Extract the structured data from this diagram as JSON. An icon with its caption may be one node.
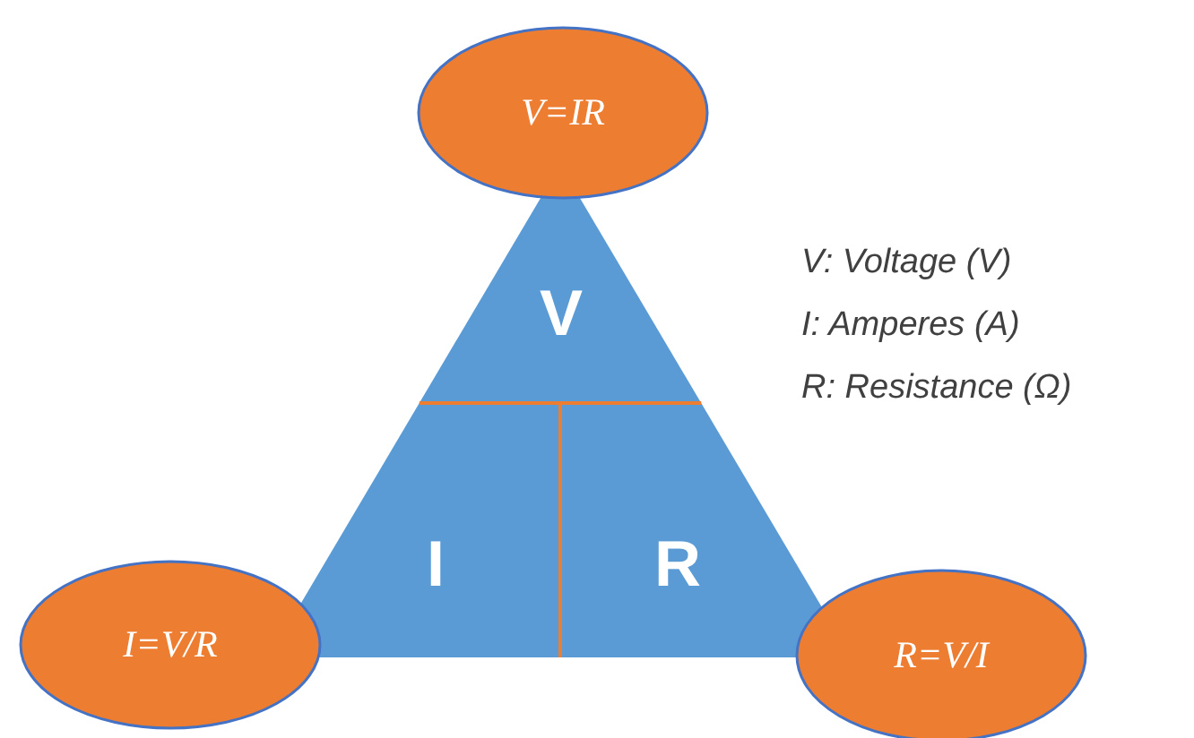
{
  "diagram": {
    "nodes": [
      {
        "text": [
          "V",
          "I",
          "R"
        ]
      },
      {
        "text": [
          "V=IR"
        ]
      },
      {
        "text": [
          "I=V/R"
        ]
      },
      {
        "text": [
          "R=V/I"
        ]
      }
    ],
    "labels": [
      "V: Voltage (V)",
      "I: Amperes (A)",
      "R: Resistance (Ω)"
    ]
  }
}
